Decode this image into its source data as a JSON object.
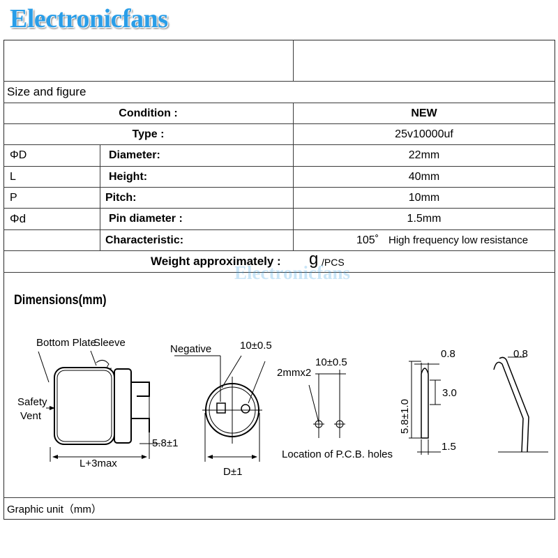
{
  "brand": {
    "logo_text": "Electronicfans",
    "color": "#2a9ee8"
  },
  "watermark": "Electronicfans",
  "table": {
    "section_title": "Size and figure",
    "condition": {
      "label": "Condition :",
      "value": "NEW"
    },
    "type": {
      "label": "Type :",
      "value": "25v10000uf"
    },
    "rows": [
      {
        "symbol": "ΦD",
        "label": "Diameter:",
        "value": "22mm"
      },
      {
        "symbol": "L",
        "label": "Height:",
        "value": "40mm"
      },
      {
        "symbol": "P",
        "label": "Pitch:",
        "value": "10mm"
      },
      {
        "symbol": "Φd",
        "label": "Pin diameter :",
        "value": "1.5mm"
      }
    ],
    "characteristic": {
      "label": "Characteristic:",
      "temp": "105˚",
      "value": "High frequency low resistance"
    },
    "weight": {
      "label": "Weight approximately :",
      "value": "g",
      "unit": "/PCS"
    }
  },
  "dimensions": {
    "title": "Dimensions(mm)",
    "labels": {
      "bottom_plate": "Bottom Plate",
      "sleeve": "Sleeve",
      "safety": "Safety",
      "vent": "Vent",
      "l_dim": "L+3max",
      "lead_len": "5.8±1",
      "negative": "Negative",
      "pitch": "10±0.5",
      "diameter": "D±1",
      "hole": "2mmx2",
      "pitch2": "10±0.5",
      "pcb": "Location of P.C.B. holes",
      "w08": "0.8",
      "h30": "3.0",
      "len58": "5.8±1.0",
      "w15": "1.5",
      "w08b": "0.8"
    }
  },
  "footer": {
    "graphic_unit": "Graphic unit（mm）"
  }
}
